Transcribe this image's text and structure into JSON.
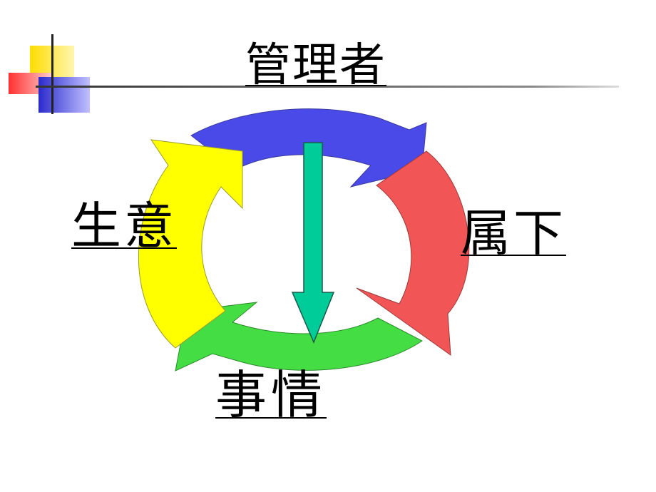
{
  "title": "管理者",
  "nodes": {
    "left": "生意",
    "right": "属下",
    "bottom": "事情"
  },
  "colors": {
    "arrow_top": "#4a4ae8",
    "arrow_right": "#f25555",
    "arrow_bottom": "#44dd44",
    "arrow_left": "#ffff00",
    "arrow_center": "#00cc99",
    "deco_yellow": "#ffdd00",
    "deco_red": "#ff4040",
    "deco_blue": "#3333cc"
  }
}
